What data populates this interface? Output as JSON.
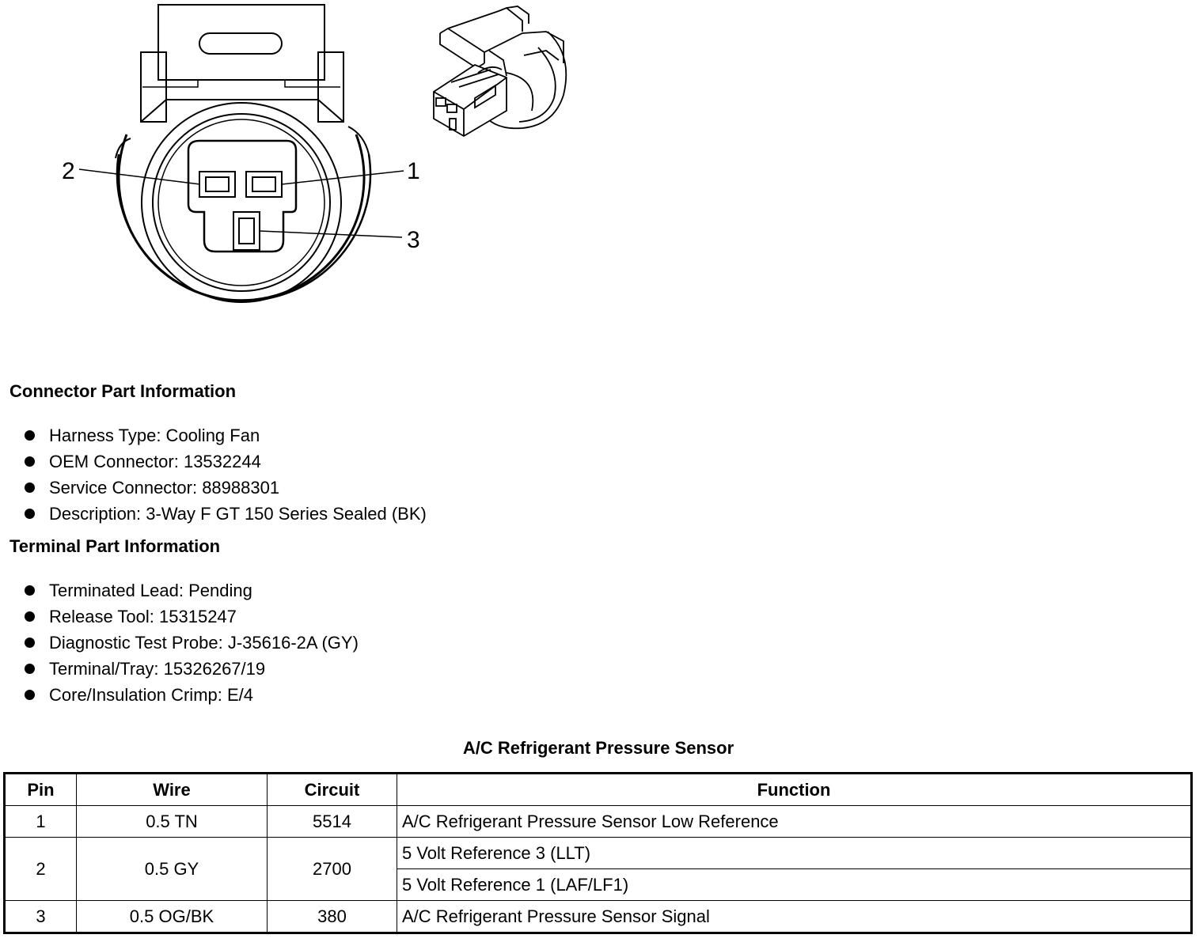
{
  "diagram": {
    "pin_callouts": [
      "2",
      "1",
      "3"
    ]
  },
  "connector_part_information": {
    "heading": "Connector Part Information",
    "items": [
      "Harness Type: Cooling Fan",
      "OEM Connector: 13532244",
      "Service Connector: 88988301",
      "Description: 3-Way F GT 150 Series Sealed (BK)"
    ]
  },
  "terminal_part_information": {
    "heading": "Terminal Part Information",
    "items": [
      "Terminated Lead: Pending",
      "Release Tool: 15315247",
      "Diagnostic Test Probe: J-35616-2A (GY)",
      "Terminal/Tray: 15326267/19",
      "Core/Insulation Crimp: E/4"
    ]
  },
  "pin_table": {
    "title": "A/C Refrigerant Pressure Sensor",
    "headers": [
      "Pin",
      "Wire",
      "Circuit",
      "Function"
    ],
    "rows": [
      {
        "pin": "1",
        "wire": "0.5 TN",
        "circuit": "5514",
        "functions": [
          "A/C Refrigerant Pressure Sensor Low Reference"
        ]
      },
      {
        "pin": "2",
        "wire": "0.5 GY",
        "circuit": "2700",
        "functions": [
          "5 Volt Reference 3 (LLT)",
          "5 Volt Reference 1 (LAF/LF1)"
        ]
      },
      {
        "pin": "3",
        "wire": "0.5 OG/BK",
        "circuit": "380",
        "functions": [
          "A/C Refrigerant Pressure Sensor Signal"
        ]
      }
    ]
  }
}
